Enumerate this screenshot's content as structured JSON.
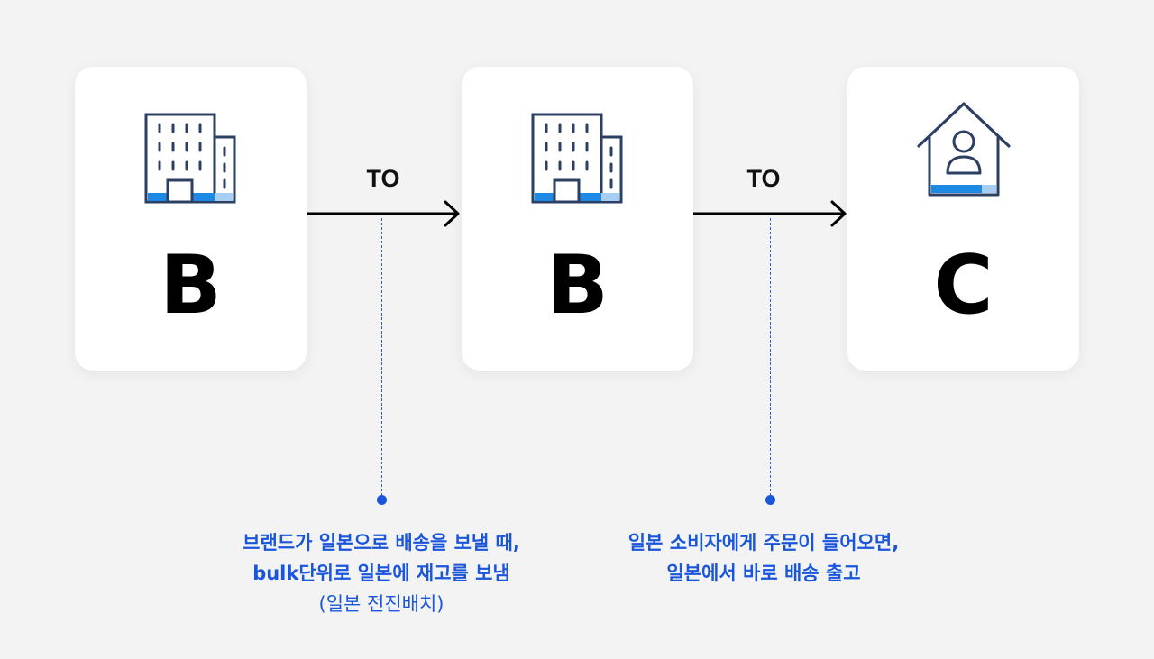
{
  "nodes": [
    {
      "letter": "B",
      "icon": "office-building-icon"
    },
    {
      "letter": "B",
      "icon": "office-building-icon"
    },
    {
      "letter": "C",
      "icon": "home-person-icon"
    }
  ],
  "connectors": [
    {
      "label": "TO"
    },
    {
      "label": "TO"
    }
  ],
  "notes": [
    {
      "line1": "브랜드가 일본으로 배송을 보낼 때,",
      "line2": "bulk단위로 일본에 재고를 보냄",
      "line3": "(일본 전진배치)"
    },
    {
      "line1": "일본 소비자에게 주문이 들어오면,",
      "line2": "일본에서 바로 배송 출고"
    }
  ],
  "colors": {
    "accent": "#1a56db",
    "icon_stroke": "#2d3f63",
    "icon_fill": "#1e88e5"
  }
}
